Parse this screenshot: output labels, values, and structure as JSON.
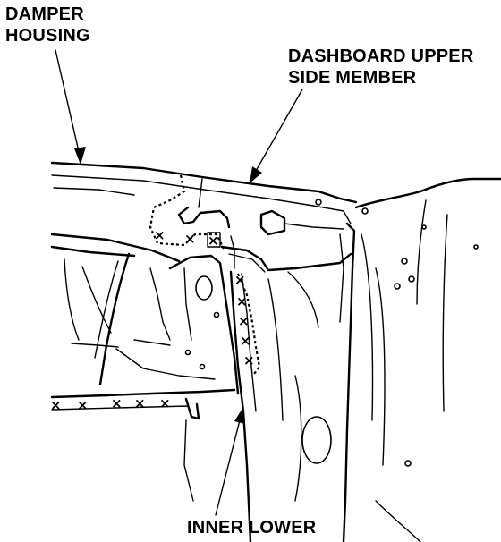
{
  "labels": {
    "damper_housing": [
      "DAMPER",
      "HOUSING"
    ],
    "dashboard_upper_side_member": [
      "DASHBOARD UPPER",
      "SIDE MEMBER"
    ],
    "inner_lower": "INNER LOWER"
  },
  "symbols": {
    "weld_mark": "×"
  },
  "colors": {
    "ink": "#000000",
    "paper": "#ffffff"
  }
}
